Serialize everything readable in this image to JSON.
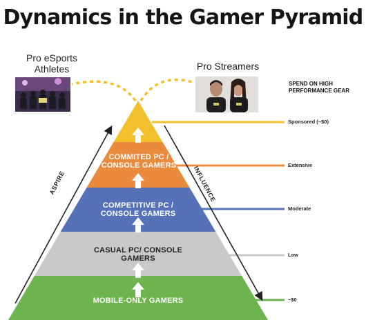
{
  "title": "Dynamics in the Gamer Pyramid",
  "top_labels": {
    "athletes": "Pro eSports Athletes",
    "streamers": "Pro Streamers"
  },
  "spend_heading": "SPEND ON HIGH PERFORMANCE GEAR",
  "tiers": [
    {
      "label": "",
      "color": "#f2c02c",
      "spend": "Sponsored (~$0)"
    },
    {
      "label": "COMMITED PC / CONSOLE GAMERS",
      "color": "#e98a3c",
      "spend": "Extensive"
    },
    {
      "label": "COMPETITIVE PC / CONSOLE GAMERS",
      "color": "#5572b8",
      "spend": "Moderate"
    },
    {
      "label": "CASUAL PC/ CONSOLE GAMERS",
      "color": "#c9c9c9",
      "spend": "Low"
    },
    {
      "label": "MOBILE-ONLY GAMERS",
      "color": "#6db44f",
      "spend": "~$0"
    }
  ],
  "side_labels": {
    "left": "ASPIRE",
    "right": "INFLUENCE"
  },
  "connector_color": "#f2c02c",
  "icons": [
    "up-arrow-icon",
    "photo-athletes",
    "photo-streamers"
  ]
}
